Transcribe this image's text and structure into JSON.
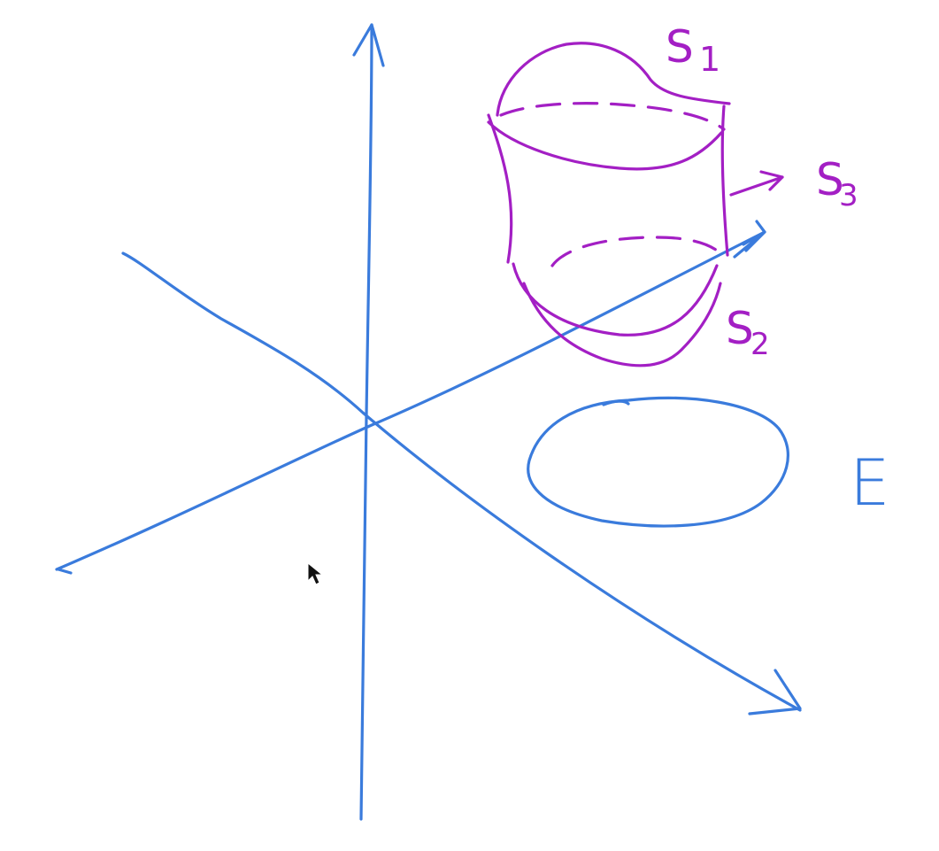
{
  "colors": {
    "axes": "#3a7bdc",
    "surface": "#a31fc4",
    "region": "#3a7bdc",
    "cursor": "#111111",
    "background": "#ffffff"
  },
  "labels": {
    "s1_base": "S",
    "s1_sub": "1",
    "s2_base": "S",
    "s2_sub": "2",
    "s3_base": "S",
    "s3_sub": "3",
    "region": "E"
  }
}
